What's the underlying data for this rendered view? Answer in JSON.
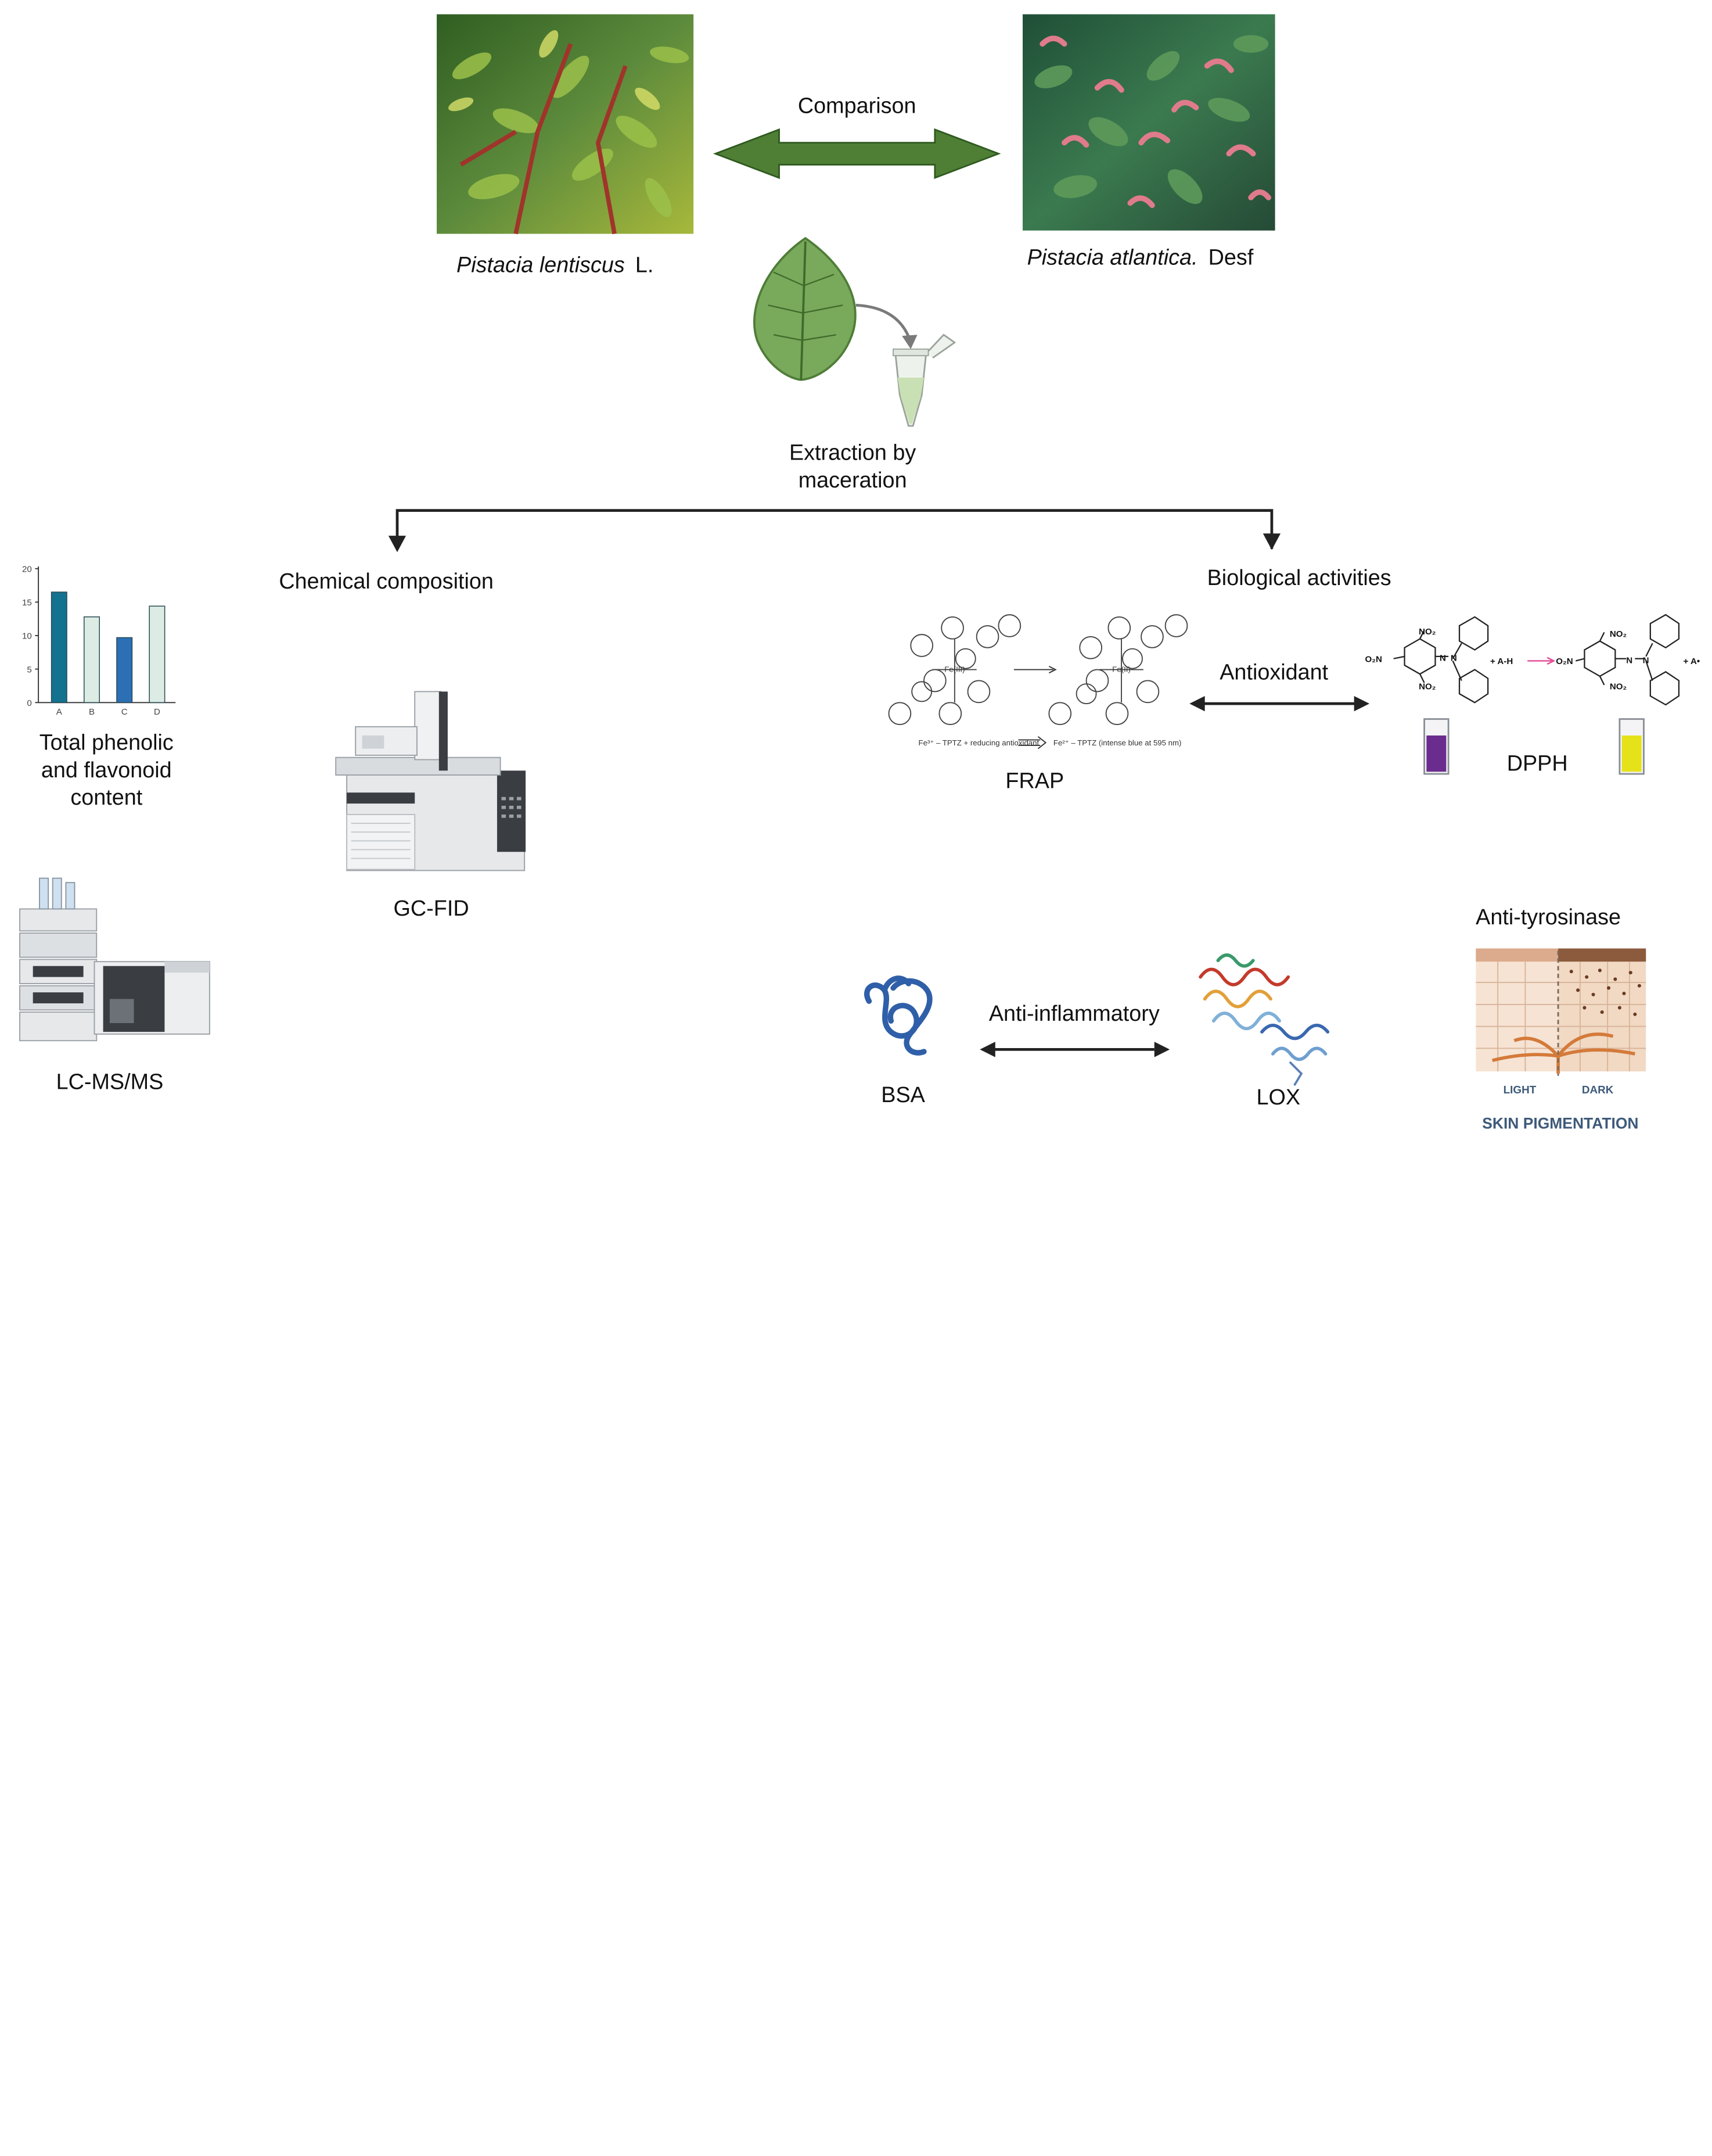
{
  "plants": {
    "left": {
      "genus_species": "Pistacia lentiscus",
      "authority": "L."
    },
    "right": {
      "genus_species": "Pistacia atlantica.",
      "authority": "Desf"
    }
  },
  "comparison_label": "Comparison",
  "extraction": {
    "line1": "Extraction by",
    "line2": "maceration"
  },
  "branches": {
    "chemical": "Chemical composition",
    "biological": "Biological activities"
  },
  "chemical": {
    "phenolic": {
      "line1": "Total phenolic",
      "line2": "and flavonoid",
      "line3": "content"
    },
    "gcfid": "GC-FID",
    "lcms": "LC-MS/MS"
  },
  "chart_data": {
    "type": "bar",
    "categories": [
      "A",
      "B",
      "C",
      "D"
    ],
    "values": [
      16.5,
      12.8,
      9.7,
      14.4
    ],
    "ylim": [
      0,
      20
    ],
    "yticks": [
      "0",
      "5",
      "10",
      "15",
      "20"
    ],
    "colors": [
      "#13728f",
      "#dcece5",
      "#2c6fb4",
      "#dcece5"
    ]
  },
  "biological": {
    "antioxidant": "Antioxidant",
    "frap": "FRAP",
    "frap_eq_left": "Fe³⁺ – TPTZ + reducing antioxidant",
    "frap_eq_right": "Fe²⁺ – TPTZ (intense blue at 595 nm)",
    "fe3": "Fe(III)",
    "fe2": "Fe(II)",
    "dpph": "DPPH",
    "dpph_no2": "NO₂",
    "dpph_o2n": "O₂N",
    "dpph_n": "N",
    "dpph_reagent": "+ A-H",
    "dpph_product": "+ A•",
    "anti_inflammatory": "Anti-inflammatory",
    "bsa": "BSA",
    "lox": "LOX",
    "anti_tyrosinase": "Anti-tyrosinase",
    "skin_light": "LIGHT",
    "skin_dark": "DARK",
    "skin_title": "SKIN PIGMENTATION"
  },
  "colors": {
    "arrow_green": "#4e7f35",
    "leaf_green": "#78a85a",
    "dpph_purple": "#6a2c8e",
    "dpph_yellow": "#e6e21a",
    "protein_blue": "#2f5fa8"
  }
}
